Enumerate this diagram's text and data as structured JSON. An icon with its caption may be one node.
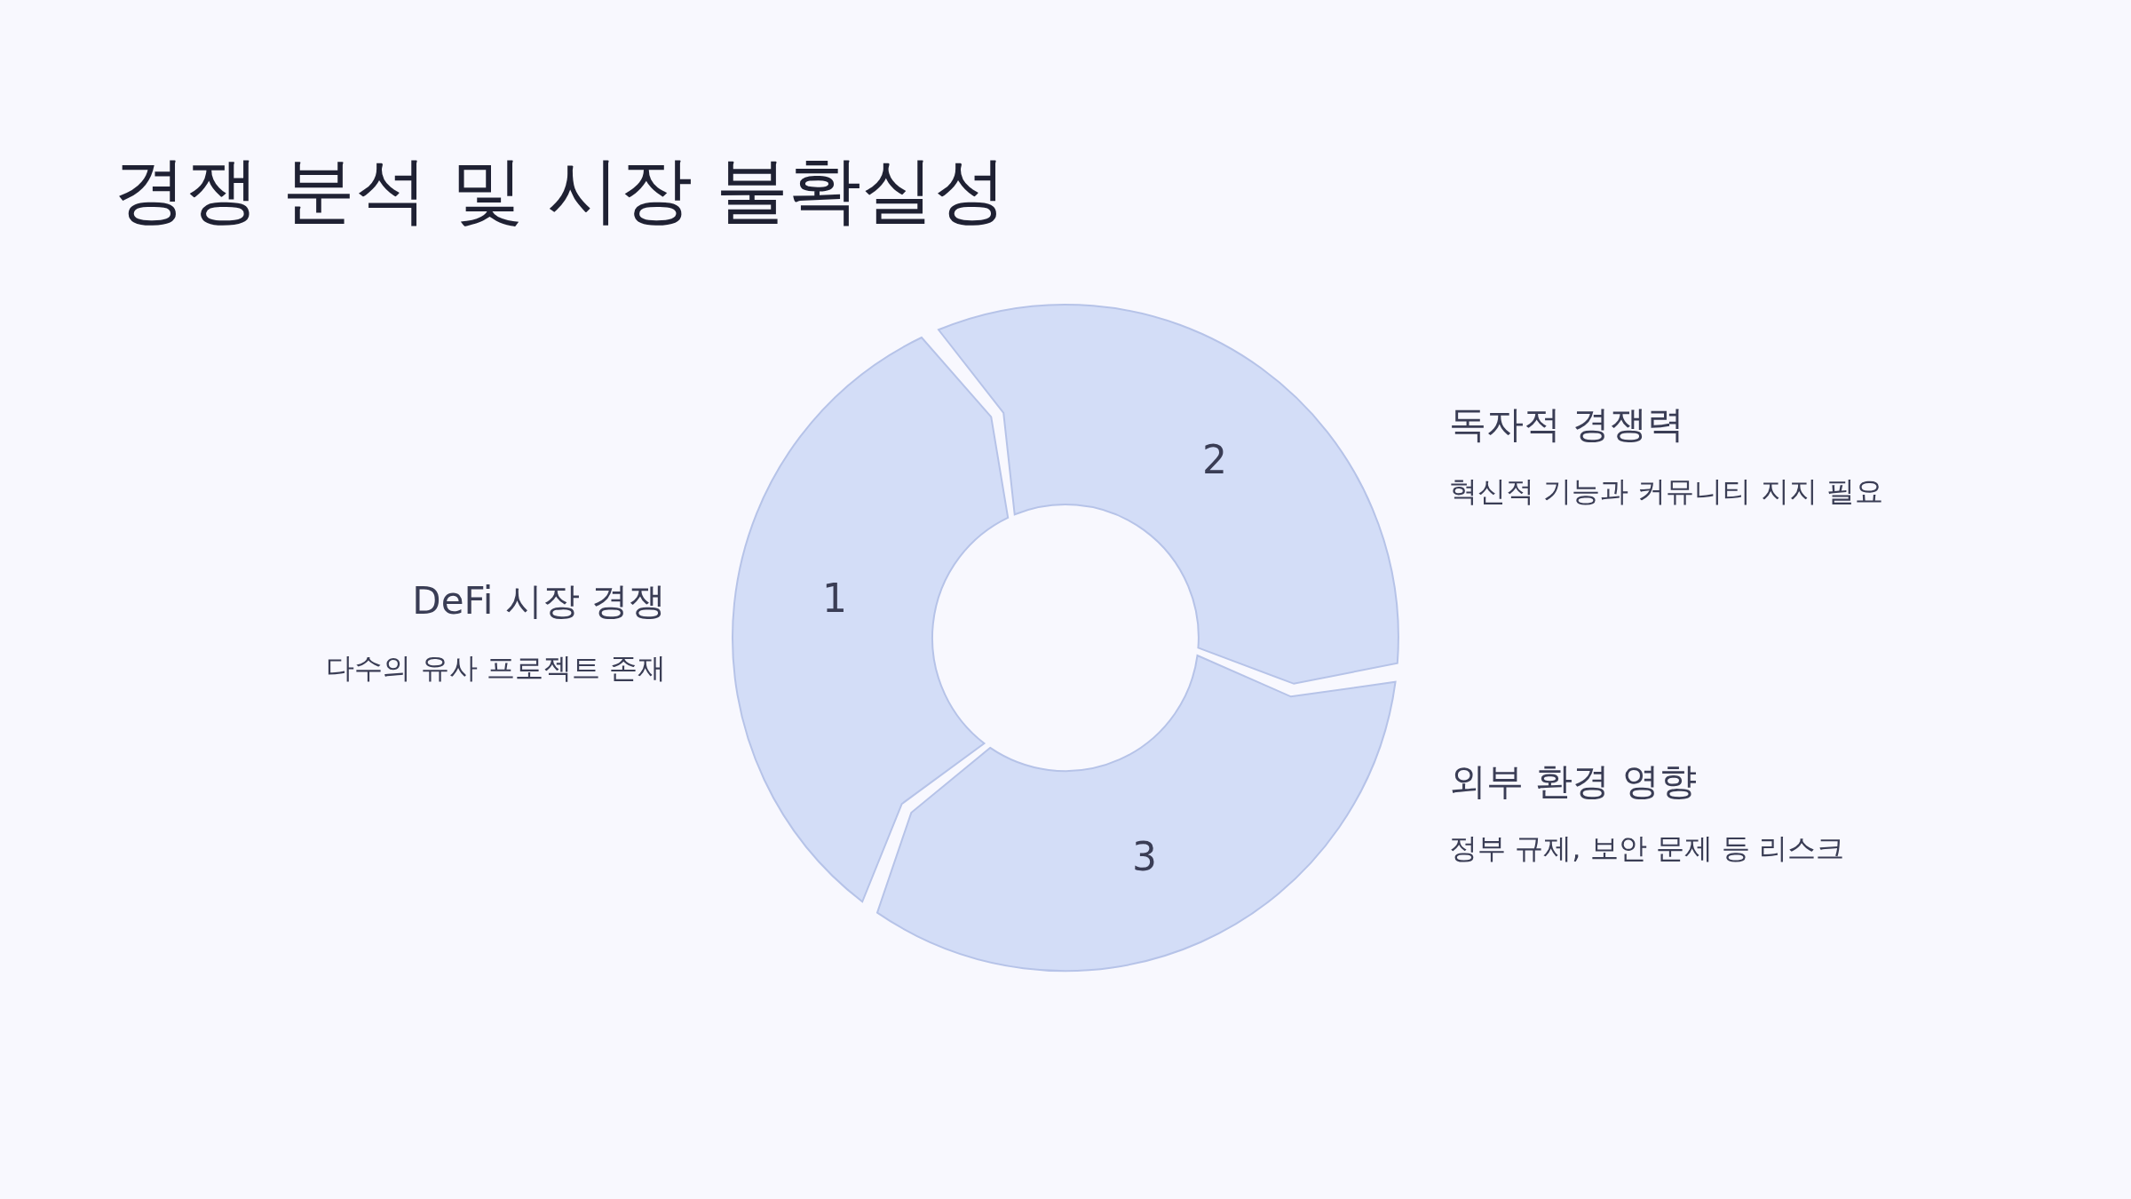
{
  "diagram": {
    "title": "경쟁 분석 및 시장 불확실성",
    "nodes": [
      {
        "text": [
          "1"
        ],
        "beside": [
          "DeFi 시장 경쟁",
          "다수의 유사 프로젝트 존재"
        ]
      },
      {
        "text": [
          "2"
        ],
        "beside": [
          "독자적 경쟁력",
          "혁신적 기능과 커뮤니티 지지 필요"
        ]
      },
      {
        "text": [
          "3"
        ],
        "beside": [
          "외부 환경 영향",
          "정부 규제, 보안 문제 등 리스크"
        ]
      }
    ]
  }
}
